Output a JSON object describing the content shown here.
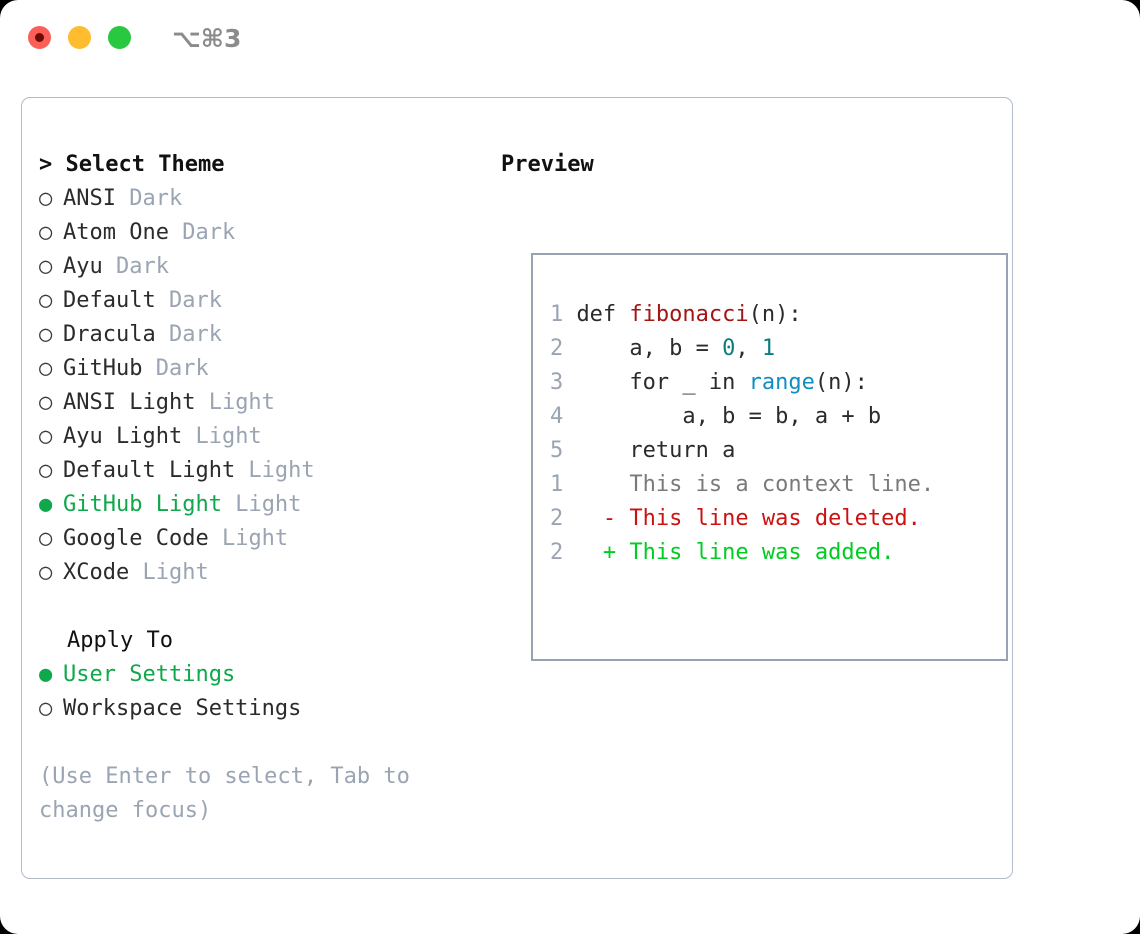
{
  "window": {
    "shortcut": "⌥⌘3",
    "traffic_lights": [
      {
        "name": "close",
        "color": "#fc5f57"
      },
      {
        "name": "minimize",
        "color": "#febc2e"
      },
      {
        "name": "maximize",
        "color": "#28c840"
      }
    ]
  },
  "left": {
    "header": {
      "caret": ">",
      "text": "Select Theme"
    },
    "bullet_on": "●",
    "bullet_off": "○",
    "themes": [
      {
        "bullet": "○",
        "label": "ANSI",
        "variant": "Dark",
        "selected": false
      },
      {
        "bullet": "○",
        "label": "Atom One",
        "variant": "Dark",
        "selected": false
      },
      {
        "bullet": "○",
        "label": "Ayu",
        "variant": "Dark",
        "selected": false
      },
      {
        "bullet": "○",
        "label": "Default",
        "variant": "Dark",
        "selected": false
      },
      {
        "bullet": "○",
        "label": "Dracula",
        "variant": "Dark",
        "selected": false
      },
      {
        "bullet": "○",
        "label": "GitHub",
        "variant": "Dark",
        "selected": false
      },
      {
        "bullet": "○",
        "label": "ANSI Light",
        "variant": "Light",
        "selected": false
      },
      {
        "bullet": "○",
        "label": "Ayu Light",
        "variant": "Light",
        "selected": false
      },
      {
        "bullet": "○",
        "label": "Default Light",
        "variant": "Light",
        "selected": false
      },
      {
        "bullet": "●",
        "label": "GitHub Light",
        "variant": "Light",
        "selected": true
      },
      {
        "bullet": "○",
        "label": "Google Code",
        "variant": "Light",
        "selected": false
      },
      {
        "bullet": "○",
        "label": "XCode",
        "variant": "Light",
        "selected": false
      }
    ],
    "apply_to": {
      "header": "Apply To",
      "options": [
        {
          "bullet": "●",
          "label": "User Settings",
          "selected": true
        },
        {
          "bullet": "○",
          "label": "Workspace Settings",
          "selected": false
        }
      ]
    },
    "hint": "(Use Enter to select, Tab to\nchange focus)"
  },
  "right": {
    "title": "Preview",
    "code": {
      "lines": [
        {
          "number": "1",
          "tokens": [
            {
              "text": "def ",
              "kind": "kw"
            },
            {
              "text": "fibonacci",
              "kind": "fn"
            },
            {
              "text": "(n):",
              "kind": "plain"
            }
          ]
        },
        {
          "number": "2",
          "tokens": [
            {
              "text": "    a, b = ",
              "kind": "plain"
            },
            {
              "text": "0",
              "kind": "num"
            },
            {
              "text": ", ",
              "kind": "plain"
            },
            {
              "text": "1",
              "kind": "num"
            }
          ]
        },
        {
          "number": "3",
          "tokens": [
            {
              "text": "    for _ in ",
              "kind": "kw"
            },
            {
              "text": "range",
              "kind": "bi"
            },
            {
              "text": "(n):",
              "kind": "plain"
            }
          ]
        },
        {
          "number": "4",
          "tokens": [
            {
              "text": "        a, b = b, a + b",
              "kind": "plain"
            }
          ]
        },
        {
          "number": "5",
          "tokens": [
            {
              "text": "    return a",
              "kind": "kw"
            }
          ]
        }
      ]
    },
    "diff": {
      "lines": [
        {
          "number": "1",
          "marker": " ",
          "text": "This is a context line.",
          "kind": "ctx"
        },
        {
          "number": "2",
          "marker": "-",
          "text": "This line was deleted.",
          "kind": "del"
        },
        {
          "number": "2",
          "marker": "+",
          "text": "This line was added.",
          "kind": "add"
        }
      ]
    }
  },
  "colors": {
    "accent_green": "#0fa84a",
    "diff_add": "#00cc22",
    "diff_del": "#cc1111",
    "muted": "#9aa4b2",
    "border": "#b3bcc8",
    "preview_border": "#97a3b2"
  }
}
